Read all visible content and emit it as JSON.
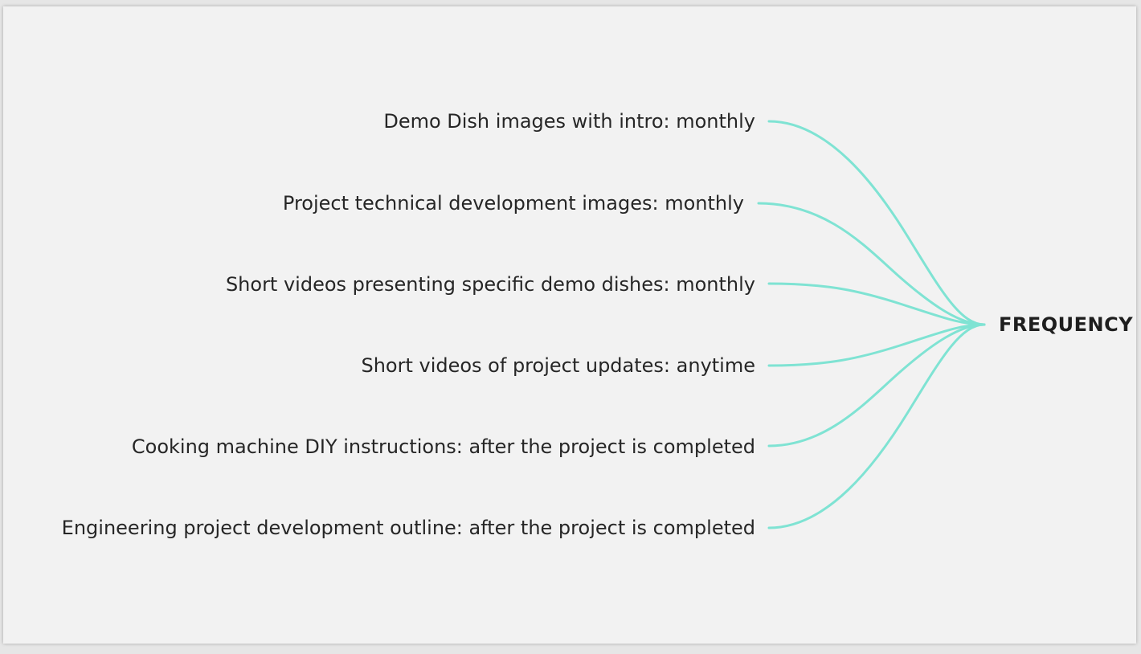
{
  "mindmap": {
    "root": {
      "label": "FREQUENCY"
    },
    "branches": [
      {
        "label": "Demo Dish images with intro: monthly"
      },
      {
        "label": "Project technical development images: monthly"
      },
      {
        "label": "Short videos presenting specific demo dishes: monthly"
      },
      {
        "label": "Short videos of project updates: anytime"
      },
      {
        "label": "Cooking machine DIY instructions: after the project is completed"
      },
      {
        "label": "Engineering project development outline: after the project is completed"
      }
    ]
  },
  "colors": {
    "connector": "#7fe3d3",
    "text": "#262626",
    "canvas": "#f2f2f2"
  }
}
